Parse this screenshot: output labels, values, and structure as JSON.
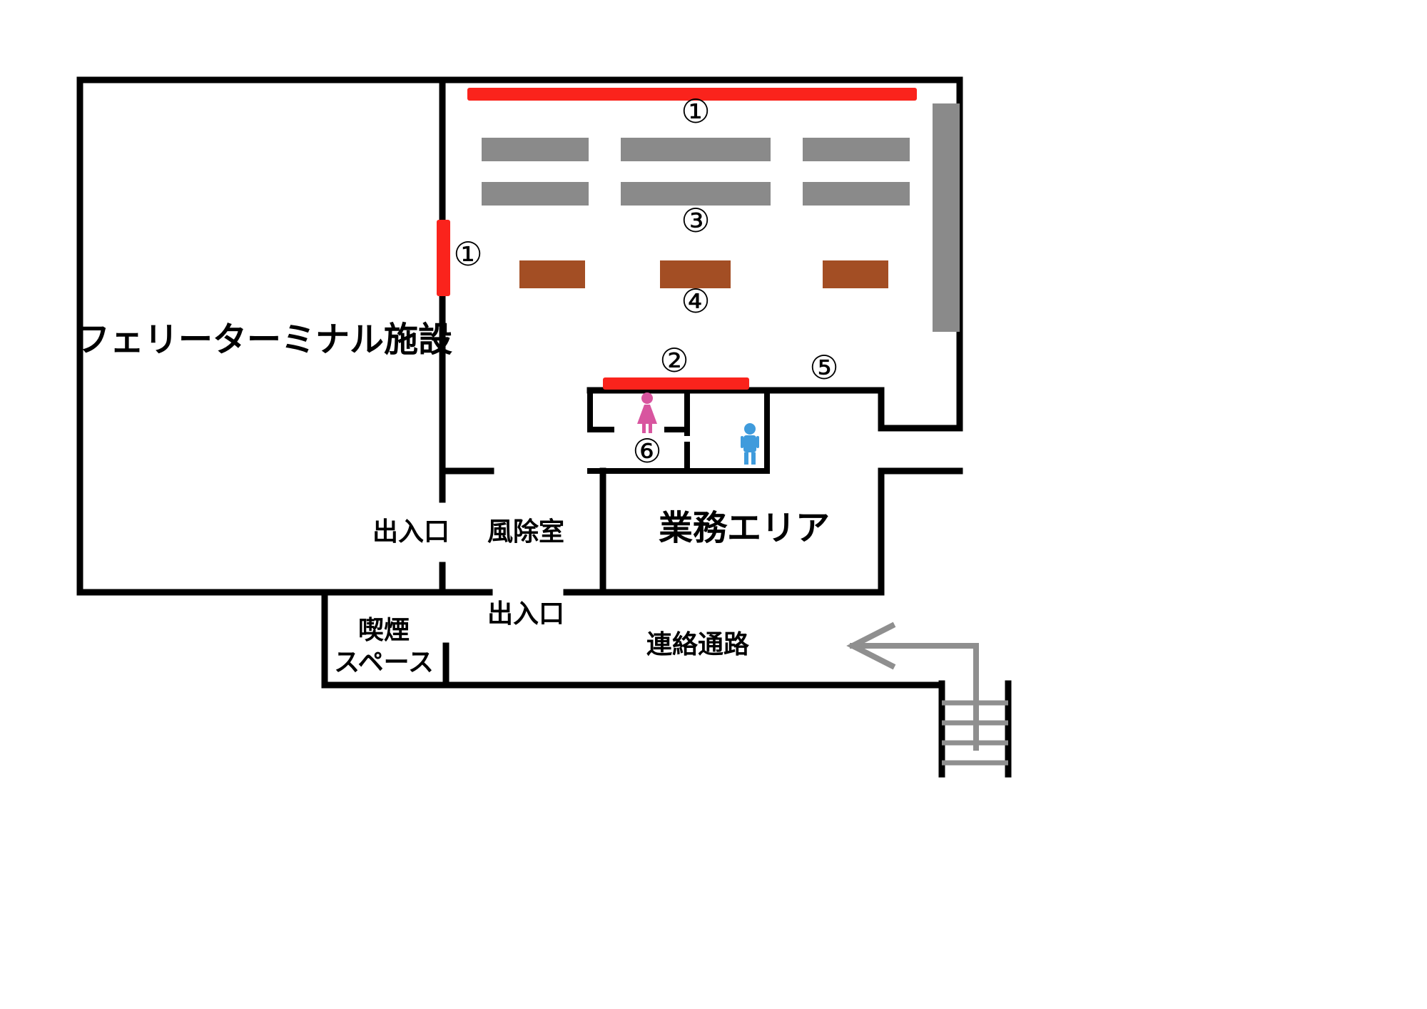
{
  "floorplan": {
    "labels": {
      "ferry_terminal": "フェリーターミナル施設",
      "business_area": "業務エリア",
      "windbreak_room": "風除室",
      "entrance_upper": "出入口",
      "entrance_lower": "出入口",
      "smoking_line1": "喫煙",
      "smoking_line2": "スペース",
      "corridor": "連絡通路"
    },
    "markers": {
      "m1_top": "①",
      "m1_door": "①",
      "m2": "②",
      "m3": "③",
      "m4": "④",
      "m5": "⑤",
      "m6": "⑥"
    },
    "colors": {
      "wall": "#000000",
      "highlight_red": "#fa231c",
      "bench_gray": "#8a8a8a",
      "counter_brown": "#a34e24",
      "female_pink": "#d8559f",
      "male_blue": "#3f9bdc",
      "guide_gray": "#8f8f8f"
    }
  }
}
